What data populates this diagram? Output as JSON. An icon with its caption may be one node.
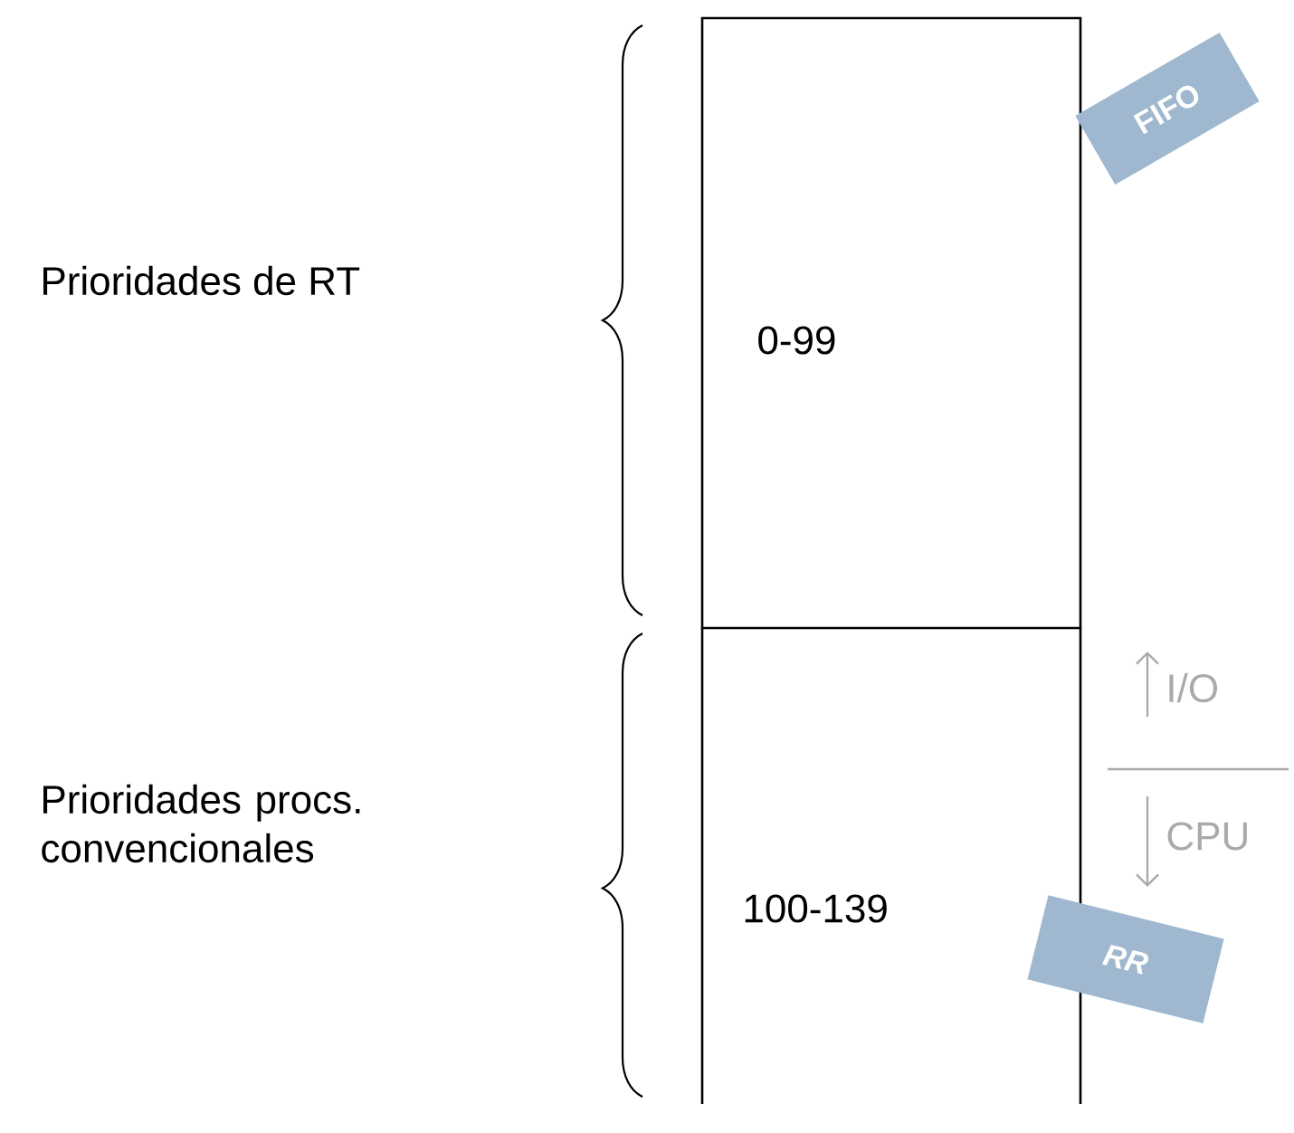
{
  "diagram": {
    "nodes": [
      {
        "text": [
          "0-99"
        ]
      },
      {
        "text": [
          "100-139"
        ]
      },
      {
        "text": [
          "FIFO"
        ]
      },
      {
        "text": [
          "RR"
        ]
      }
    ],
    "labels": [
      "Prioridades de RT",
      "Prioridades procs. convencionales",
      "I/O",
      "CPU"
    ]
  }
}
